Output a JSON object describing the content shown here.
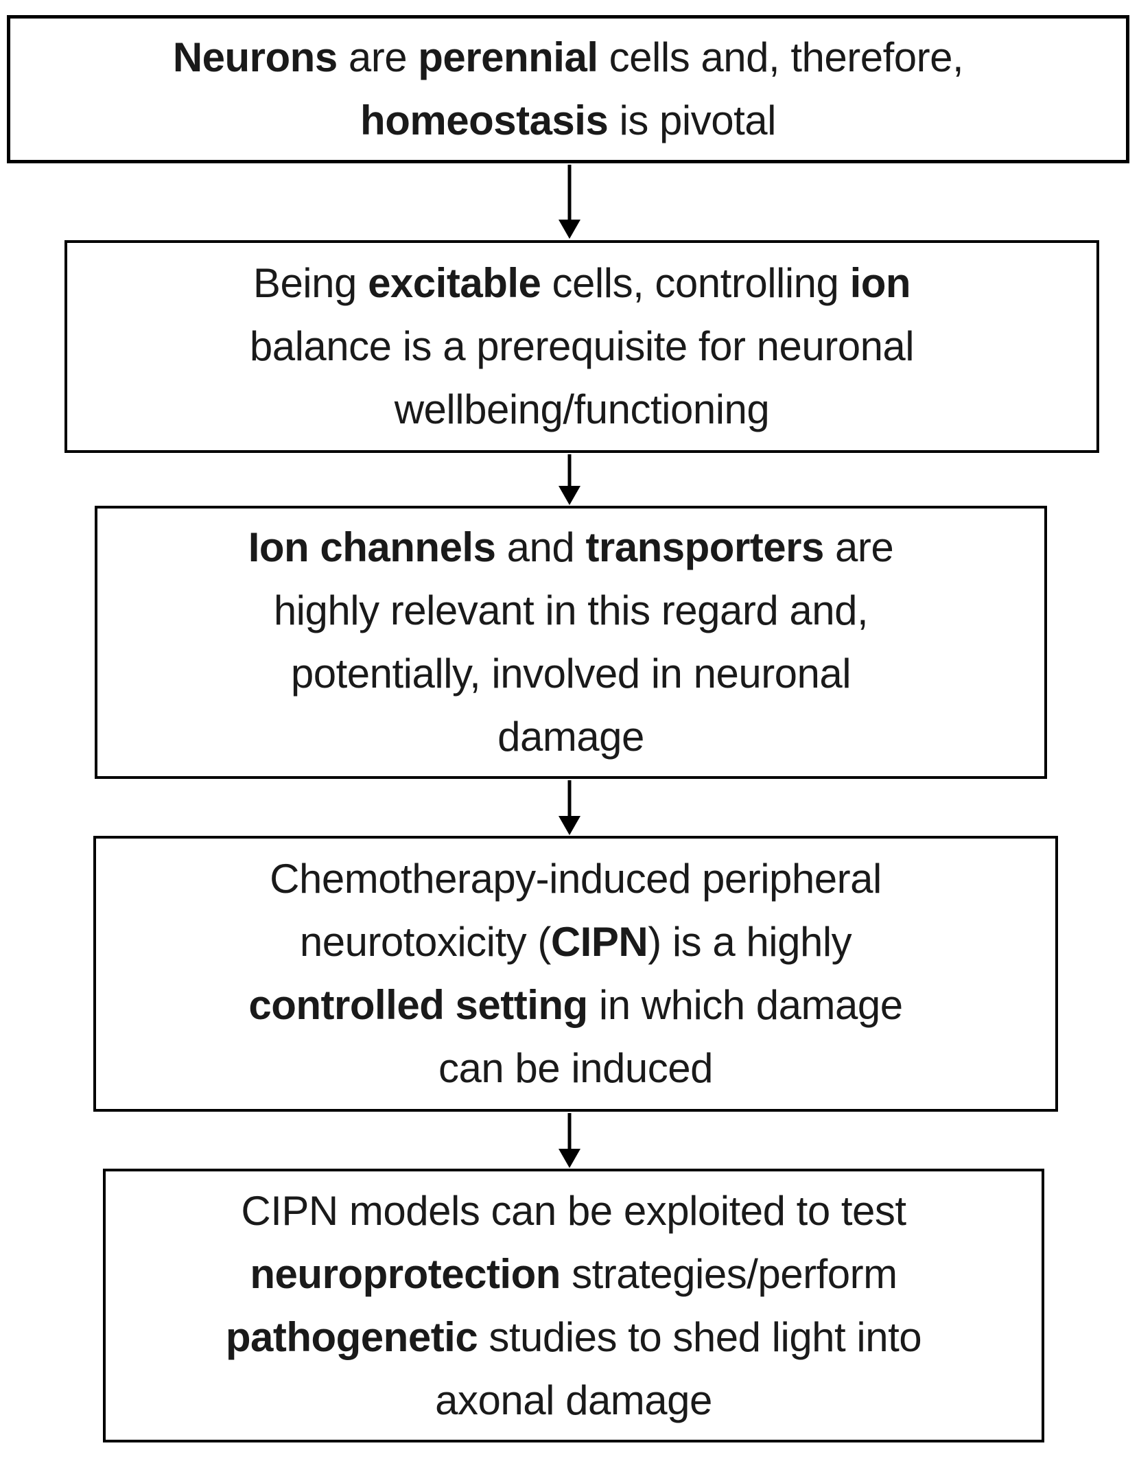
{
  "flowchart": {
    "colors": {
      "border": "#000000",
      "background": "#ffffff",
      "text": "#1a1a1a",
      "arrow": "#000000"
    },
    "boxes": [
      {
        "id": "neurons-homeostasis",
        "lines": [
          [
            {
              "t": "Neurons",
              "b": true
            },
            {
              "t": " are ",
              "b": false
            },
            {
              "t": "perennial",
              "b": true
            },
            {
              "t": " cells and, therefore,",
              "b": false
            }
          ],
          [
            {
              "t": "homeostasis",
              "b": true
            },
            {
              "t": " is pivotal",
              "b": false
            }
          ]
        ]
      },
      {
        "id": "excitable-ion-balance",
        "lines": [
          [
            {
              "t": "Being ",
              "b": false
            },
            {
              "t": "excitable",
              "b": true
            },
            {
              "t": " cells, controlling ",
              "b": false
            },
            {
              "t": "ion",
              "b": true
            }
          ],
          [
            {
              "t": "balance is a prerequisite for neuronal",
              "b": false
            }
          ],
          [
            {
              "t": "wellbeing/functioning",
              "b": false
            }
          ]
        ]
      },
      {
        "id": "ion-channels-transporters",
        "lines": [
          [
            {
              "t": "Ion channels",
              "b": true
            },
            {
              "t": " and ",
              "b": false
            },
            {
              "t": "transporters",
              "b": true
            },
            {
              "t": " are",
              "b": false
            }
          ],
          [
            {
              "t": "highly relevant in this regard and,",
              "b": false
            }
          ],
          [
            {
              "t": "potentially, involved in neuronal",
              "b": false
            }
          ],
          [
            {
              "t": "damage",
              "b": false
            }
          ]
        ]
      },
      {
        "id": "cipn-controlled-setting",
        "lines": [
          [
            {
              "t": "Chemotherapy-induced peripheral",
              "b": false
            }
          ],
          [
            {
              "t": "neurotoxicity (",
              "b": false
            },
            {
              "t": "CIPN",
              "b": true
            },
            {
              "t": ") is a highly",
              "b": false
            }
          ],
          [
            {
              "t": "controlled setting",
              "b": true
            },
            {
              "t": " in which damage",
              "b": false
            }
          ],
          [
            {
              "t": "can be induced",
              "b": false
            }
          ]
        ]
      },
      {
        "id": "cipn-models-neuroprotection",
        "lines": [
          [
            {
              "t": "CIPN models can be exploited to test",
              "b": false
            }
          ],
          [
            {
              "t": "neuroprotection",
              "b": true
            },
            {
              "t": " strategies/perform",
              "b": false
            }
          ],
          [
            {
              "t": "pathogenetic",
              "b": true
            },
            {
              "t": " studies to shed light into",
              "b": false
            }
          ],
          [
            {
              "t": "axonal damage",
              "b": false
            }
          ]
        ]
      }
    ]
  }
}
